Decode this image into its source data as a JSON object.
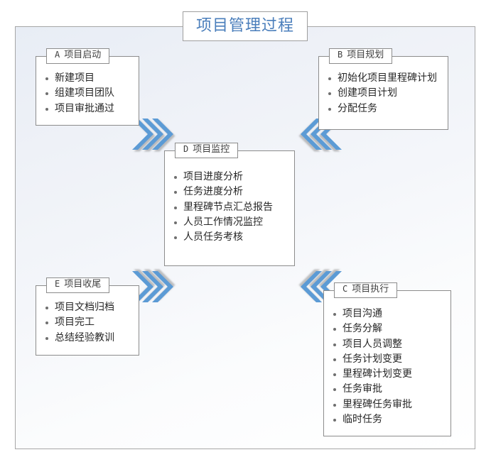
{
  "title": {
    "text": "项目管理过程",
    "color": "#4a7ebb"
  },
  "canvas": {
    "background_start": "#e8edf5",
    "background_end": "#ffffff",
    "border_color": "#a6a6a6"
  },
  "boxes": [
    {
      "id": "A",
      "letter": "A",
      "name": "项目启动",
      "items": [
        "新建项目",
        "组建项目团队",
        "项目审批通过"
      ]
    },
    {
      "id": "B",
      "letter": "B",
      "name": "项目规划",
      "items": [
        "初始化项目里程碑计划",
        "创建项目计划",
        "分配任务"
      ]
    },
    {
      "id": "D",
      "letter": "D",
      "name": "项目监控",
      "items": [
        "项目进度分析",
        "任务进度分析",
        "里程碑节点汇总报告",
        "人员工作情况监控",
        "人员任务考核"
      ]
    },
    {
      "id": "E",
      "letter": "E",
      "name": "项目收尾",
      "items": [
        "项目文档归档",
        "项目完工",
        "总结经验教训"
      ]
    },
    {
      "id": "C",
      "letter": "C",
      "name": "项目执行",
      "items": [
        "项目沟通",
        "任务分解",
        "项目人员调整",
        "任务计划变更",
        "里程碑计划变更",
        "任务审批",
        "里程碑任务审批",
        "临时任务"
      ]
    }
  ],
  "arrows": [
    {
      "name": "arrow-a-to-d",
      "from": "A",
      "to": "D",
      "direction": "down-right",
      "color": "#5b9bd5"
    },
    {
      "name": "arrow-b-to-d",
      "from": "B",
      "to": "D",
      "direction": "down-left",
      "color": "#5b9bd5"
    },
    {
      "name": "arrow-e-to-d",
      "from": "E",
      "to": "D",
      "direction": "up-right",
      "color": "#5b9bd5"
    },
    {
      "name": "arrow-c-to-d",
      "from": "C",
      "to": "D",
      "direction": "up-left",
      "color": "#5b9bd5"
    }
  ]
}
